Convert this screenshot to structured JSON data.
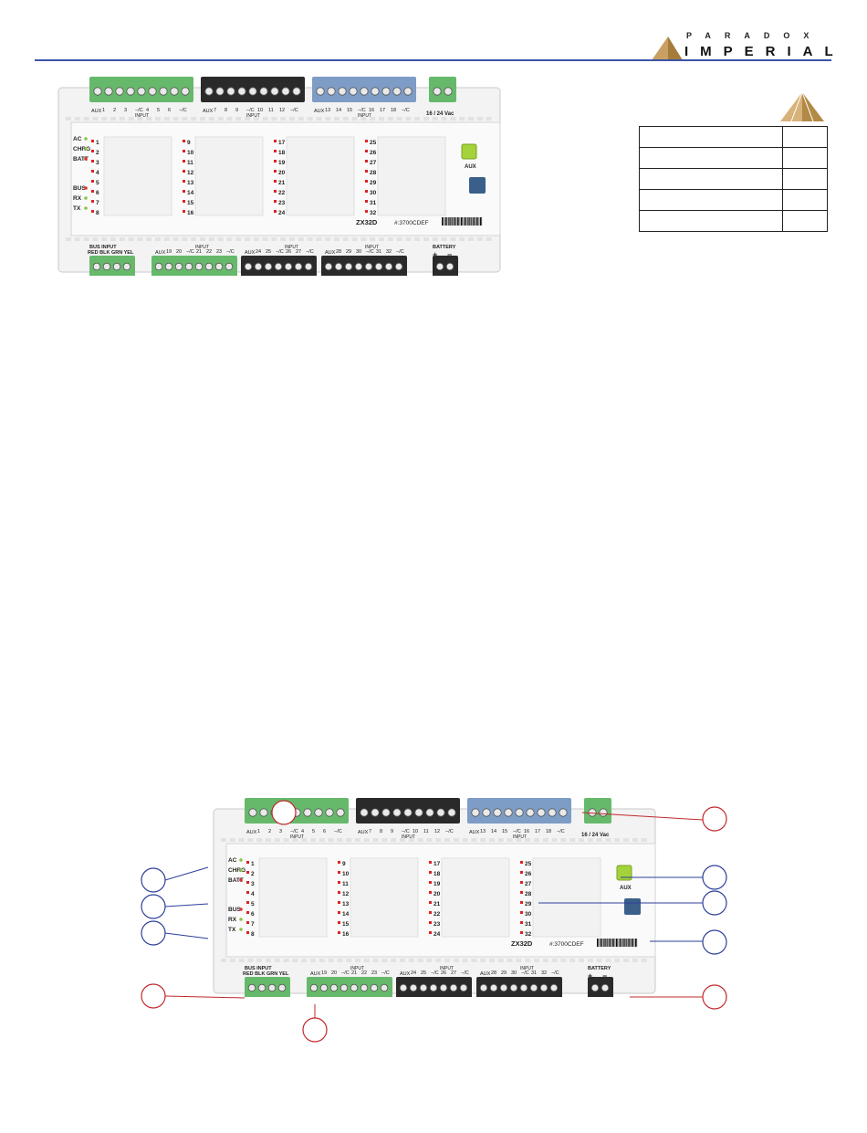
{
  "brand": {
    "top_line": "PARADOX",
    "main_line": "IMPERIAL"
  },
  "board": {
    "model": "ZX32D",
    "serial": "#:3700CDEF",
    "status_leds": [
      "AC",
      "CHRG",
      "BATT",
      "BUS",
      "RX",
      "TX"
    ],
    "zone_numbers": [
      "1",
      "2",
      "3",
      "4",
      "5",
      "6",
      "7",
      "8",
      "9",
      "10",
      "11",
      "12",
      "13",
      "14",
      "15",
      "16",
      "17",
      "18",
      "19",
      "20",
      "21",
      "22",
      "23",
      "24",
      "25",
      "26",
      "27",
      "28",
      "29",
      "30",
      "31",
      "32"
    ],
    "aux_label": "AUX",
    "input_label": "INPUT",
    "com_label": "−/C",
    "top_terminal_labels": [
      [
        "1",
        "2",
        "3",
        "−/C",
        "4",
        "5",
        "6",
        "−/C"
      ],
      [
        "7",
        "8",
        "9",
        "−/C",
        "10",
        "11",
        "12",
        "−/C"
      ],
      [
        "13",
        "14",
        "15",
        "−/C",
        "16",
        "17",
        "18",
        "−/C"
      ]
    ],
    "bottom_terminal_labels": [
      [
        "19",
        "20",
        "−/C",
        "21",
        "22",
        "23",
        "−/C"
      ],
      [
        "24",
        "25",
        "−/C",
        "26",
        "27",
        "−/C"
      ],
      [
        "28",
        "29",
        "30",
        "−/C",
        "31",
        "32",
        "−/C"
      ]
    ],
    "power_label": "16 / 24 Vac",
    "battery_label": "BATTERY",
    "battery_plus": "+",
    "battery_minus": "−",
    "bus_input_label": "BUS INPUT",
    "bus_colors_label": "RED BLK GRN YEL"
  },
  "spec_table": {
    "rows": [
      [
        "",
        ""
      ],
      [
        "",
        ""
      ],
      [
        "",
        ""
      ],
      [
        "",
        ""
      ],
      [
        "",
        ""
      ]
    ]
  },
  "colors": {
    "green_terminal": "#66b96a",
    "black_terminal": "#2a2a2a",
    "blue_terminal": "#7d9cc6",
    "red_callout": "#c0282d",
    "blue_callout": "#2d3f9a",
    "rule": "#3c54a8",
    "logo_gold": "#c9a063"
  }
}
